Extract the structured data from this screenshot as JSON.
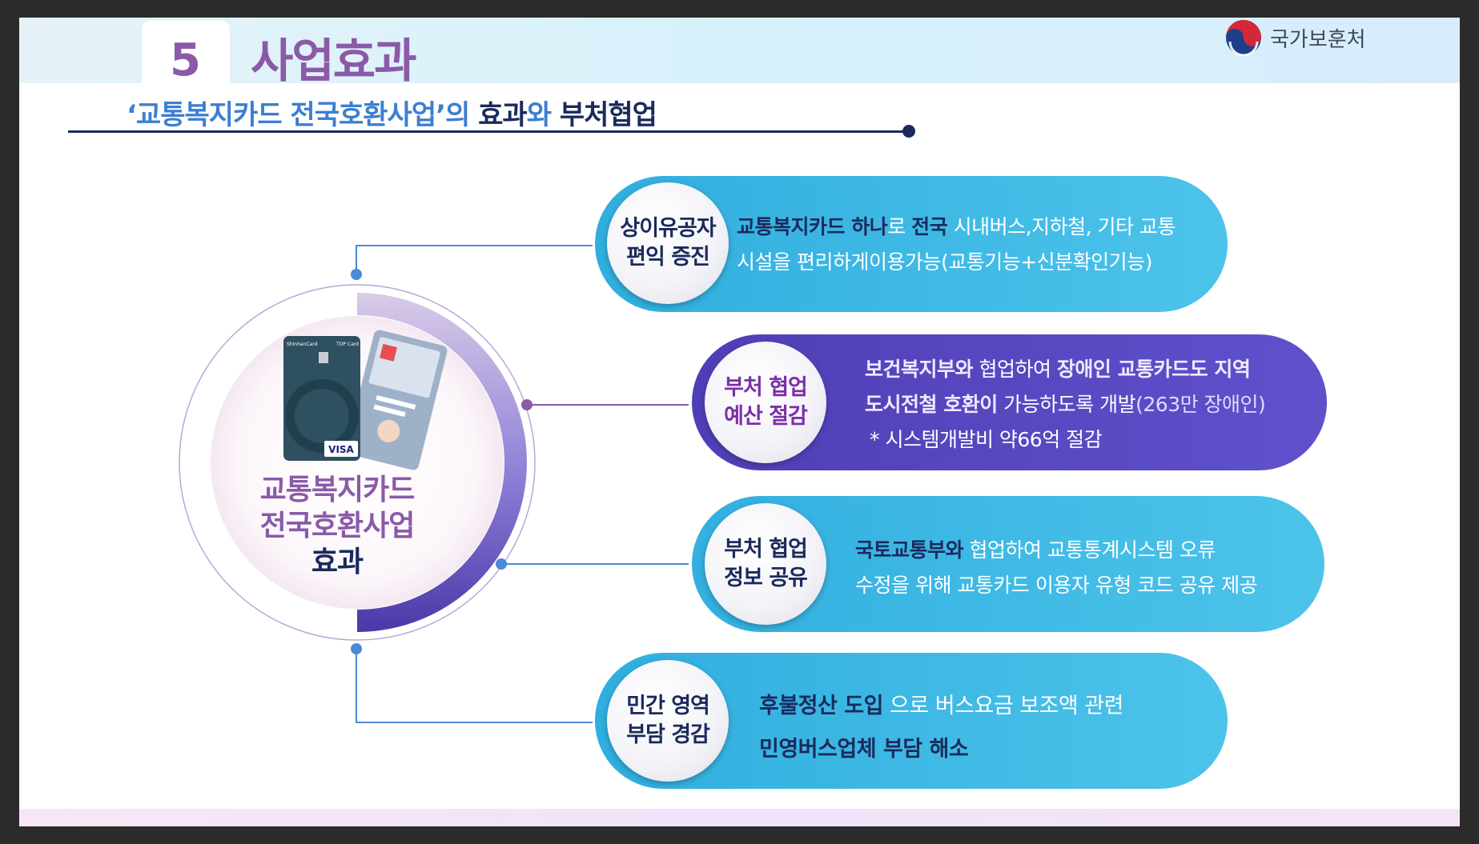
{
  "header": {
    "section_number": "5",
    "section_title": "사업효과",
    "logo_text": "국가보훈처"
  },
  "subtitle": {
    "part1": "‘교통복지카드 전국호환사업’의 ",
    "part2": "효과",
    "part3": "와 ",
    "part4": "부처협업"
  },
  "hub": {
    "line1": "교통복지카드",
    "line2": "전국호환사업",
    "line3": "효과",
    "card_brand": "VISA",
    "card_issuer": "ShinhanCard",
    "card_type": "TOP Card"
  },
  "items": [
    {
      "badge_line1": "상이유공자",
      "badge_line2": "편익 증진",
      "text_line1_bold1": "교통복지카드 하나",
      "text_line1_plain1": "로 ",
      "text_line1_bold2": "전국",
      "text_line1_plain2": " 시내버스,지하철, 기타 교통",
      "text_line2": "시설을 편리하게이용가능(교통기능+신분확인기능)"
    },
    {
      "badge_line1": "부처 협업",
      "badge_line2": "예산 절감",
      "text_line1_bold1": "보건복지부와",
      "text_line1_plain1": " 협업하여 ",
      "text_line1_bold2": "장애인 교통카드도 지역",
      "text_line2_bold": "도시전철 호환이",
      "text_line2_plain": " 가능하도록 개발",
      "text_line2_light": "(263만 장애인)",
      "text_line3": "* 시스템개발비 약66억 절감"
    },
    {
      "badge_line1": "부처 협업",
      "badge_line2": "정보 공유",
      "text_line1_bold": "국토교통부와",
      "text_line1_plain": " 협업하여 교통통계시스템 오류",
      "text_line2": "수정을 위해 교통카드 이용자 유형 코드 공유 제공"
    },
    {
      "badge_line1": "민간 영역",
      "badge_line2": "부담 경감",
      "text_line1_bold": "후불정산 도입",
      "text_line1_plain": " 으로 버스요금 보조액 관련",
      "text_line2_bold": "민영버스업체 부담 해소"
    }
  ],
  "colors": {
    "navy": "#1b2a5c",
    "purple": "#8a5aa8",
    "badge_purple": "#7b2fa8",
    "cyan_pill": "#3fbbe5",
    "indigo_pill": "#5b4bc4",
    "connector_blue": "#4a8ad6",
    "connector_purple": "#8a5aa8"
  }
}
